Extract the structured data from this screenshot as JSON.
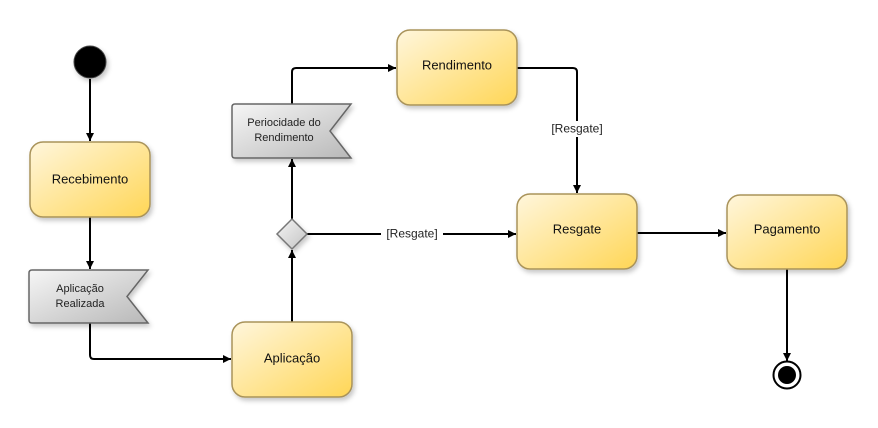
{
  "diagram": {
    "type": "uml-activity-diagram",
    "colors": {
      "action_fill_light": "#fff6dc",
      "action_fill_dark": "#ffd656",
      "action_stroke": "#a9935a",
      "object_fill_light": "#f4f4f4",
      "object_fill_dark": "#bdbdbd",
      "object_stroke": "#666666",
      "edge": "#000000"
    },
    "nodes": {
      "initial": {
        "kind": "initial-node"
      },
      "recebimento": {
        "kind": "action",
        "label": "Recebimento"
      },
      "aplicacao_realizada": {
        "kind": "object",
        "lines": [
          "Aplicação",
          "Realizada"
        ]
      },
      "aplicacao": {
        "kind": "action",
        "label": "Aplicação"
      },
      "decision": {
        "kind": "decision-node"
      },
      "periodicidade": {
        "kind": "object",
        "lines": [
          "Periocidade do",
          "Rendimento"
        ]
      },
      "rendimento": {
        "kind": "action",
        "label": "Rendimento"
      },
      "resgate": {
        "kind": "action",
        "label": "Resgate"
      },
      "pagamento": {
        "kind": "action",
        "label": "Pagamento"
      },
      "final": {
        "kind": "final-node"
      }
    },
    "edges": [
      {
        "from": "initial",
        "to": "recebimento",
        "guard": ""
      },
      {
        "from": "recebimento",
        "to": "aplicacao_realizada",
        "guard": ""
      },
      {
        "from": "aplicacao_realizada",
        "to": "aplicacao",
        "guard": ""
      },
      {
        "from": "aplicacao",
        "to": "decision",
        "guard": ""
      },
      {
        "from": "decision",
        "to": "periodicidade",
        "guard": ""
      },
      {
        "from": "periodicidade",
        "to": "rendimento",
        "guard": ""
      },
      {
        "from": "rendimento",
        "to": "resgate",
        "guard": "[Resgate]"
      },
      {
        "from": "decision",
        "to": "resgate",
        "guard": "[Resgate]"
      },
      {
        "from": "resgate",
        "to": "pagamento",
        "guard": ""
      },
      {
        "from": "pagamento",
        "to": "final",
        "guard": ""
      }
    ]
  }
}
